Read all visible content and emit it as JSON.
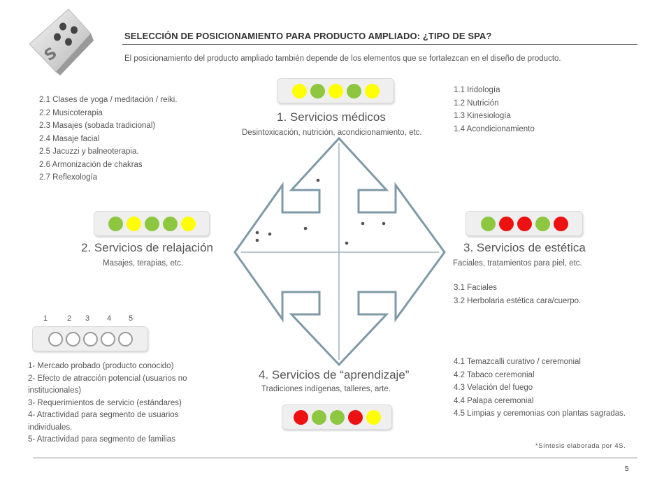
{
  "header": {
    "title": "SELECCIÓN DE POSICIONAMIENTO PARA PRODUCTO AMPLIADO: ¿TIPO DE SPA?",
    "subtitle": "El posicionamiento del producto ampliado también depende de los elementos que se fortalezcan en el diseño de producto."
  },
  "colors": {
    "green": "#8dc63f",
    "yellow": "#ffff00",
    "red": "#ee1111",
    "arrow": "#7f9aa6"
  },
  "categories": {
    "medical": {
      "title": "1. Servicios  médicos",
      "subtitle": "Desintoxicación, nutrición, acondicionamiento, etc.",
      "items": [
        "1.1 Iridología",
        "1.2  Nutrición",
        "1.3  Kinesiología",
        "1.4  Acondicionamiento"
      ],
      "ratings": [
        "yellow",
        "green",
        "yellow",
        "green",
        "yellow"
      ]
    },
    "relaxation": {
      "title": "2. Servicios de relajación",
      "subtitle": "Masajes, terapias, etc.",
      "items": [
        "2.1  Clases de yoga / meditación / reiki.",
        "2.2  Musicoterapia",
        "2.3  Masajes (sobada tradicional)",
        "2.4 Masaje facial",
        "2.5 Jacuzzi y balneoterapia.",
        "2.6 Armonización de chakras",
        "2.7 Reflexología"
      ],
      "ratings": [
        "green",
        "yellow",
        "green",
        "green",
        "yellow"
      ]
    },
    "aesthetic": {
      "title": "3. Servicios de estética",
      "subtitle": "Faciales, tratamientos para piel, etc.",
      "items": [
        "3.1 Faciales",
        "3.2 Herbolaria estética cara/cuerpo."
      ],
      "ratings": [
        "green",
        "red",
        "red",
        "green",
        "red"
      ]
    },
    "learning": {
      "title": "4. Servicios de “aprendizaje”",
      "subtitle": "Tradiciones indígenas, talleres, arte.",
      "items": [
        "4.1  Temazcalli curativo / ceremonial",
        "4.2 Tabaco ceremonial",
        "4.3 Velación del fuego",
        "4.4 Palapa ceremonial",
        "4.5  Limpias y ceremonias con plantas sagradas."
      ],
      "ratings": [
        "red",
        "green",
        "green",
        "red",
        "yellow"
      ]
    }
  },
  "legend": {
    "numbers": [
      "1",
      "2",
      "3",
      "4",
      "5"
    ],
    "criteria": [
      "1- Mercado probado (producto conocido)",
      "2- Efecto de atracción potencial (usuarios no",
      "institucionales)",
      "3- Requerimientos de servicio (estándares)",
      "4- Atractividad para segmento de usuarios",
      "individuales.",
      "5-  Atractividad para segmento de familias"
    ]
  },
  "footer": {
    "note": "*Síntesis elaborada por 4S.",
    "page_number": "5"
  }
}
